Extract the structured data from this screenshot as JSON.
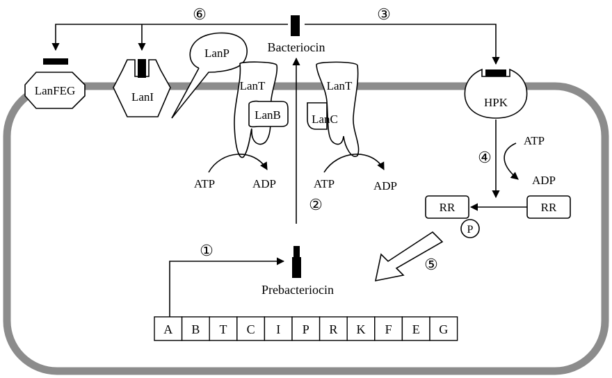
{
  "labels": {
    "bacteriocin": "Bacteriocin",
    "prebacteriocin": "Prebacteriocin",
    "lanfeg": "LanFEG",
    "lani": "LanI",
    "lanp": "LanP",
    "lant_left": "LanT",
    "lanb": "LanB",
    "lant_right": "LanT",
    "lanc": "LanC",
    "hpk": "HPK",
    "rr_phos": "RR",
    "rr": "RR",
    "p": "P",
    "atp_1": "ATP",
    "adp_1": "ADP",
    "atp_2": "ATP",
    "adp_2": "ADP",
    "atp_hpk": "ATP",
    "adp_hpk": "ADP"
  },
  "steps": {
    "s1": "①",
    "s2": "②",
    "s3": "③",
    "s4": "④",
    "s5": "⑤",
    "s6": "⑥"
  },
  "genes": [
    "A",
    "B",
    "T",
    "C",
    "I",
    "P",
    "R",
    "K",
    "F",
    "E",
    "G"
  ]
}
